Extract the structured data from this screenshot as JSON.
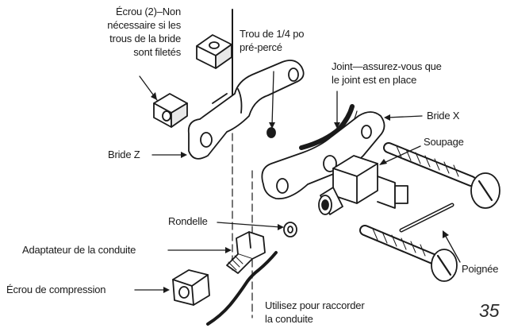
{
  "labels": {
    "ecrou": "Écrou (2)–Non\nnécessaire si les\ntrous de la bride\nsont filetés",
    "trou": "Trou de 1/4 po\npré-percé",
    "joint": "Joint—assurez-vous que\nle joint est en place",
    "bride_x": "Bride X",
    "soupage": "Soupage",
    "bride_z": "Bride Z",
    "rondelle": "Rondelle",
    "adaptateur": "Adaptateur de la conduite",
    "ecrou_compression": "Écrou de compression",
    "poignee": "Poignée",
    "utilisez": "Utilisez pour raccorder\nla conduite"
  },
  "page_number": "35",
  "colors": {
    "ink": "#1a1a1a",
    "background": "#ffffff"
  }
}
